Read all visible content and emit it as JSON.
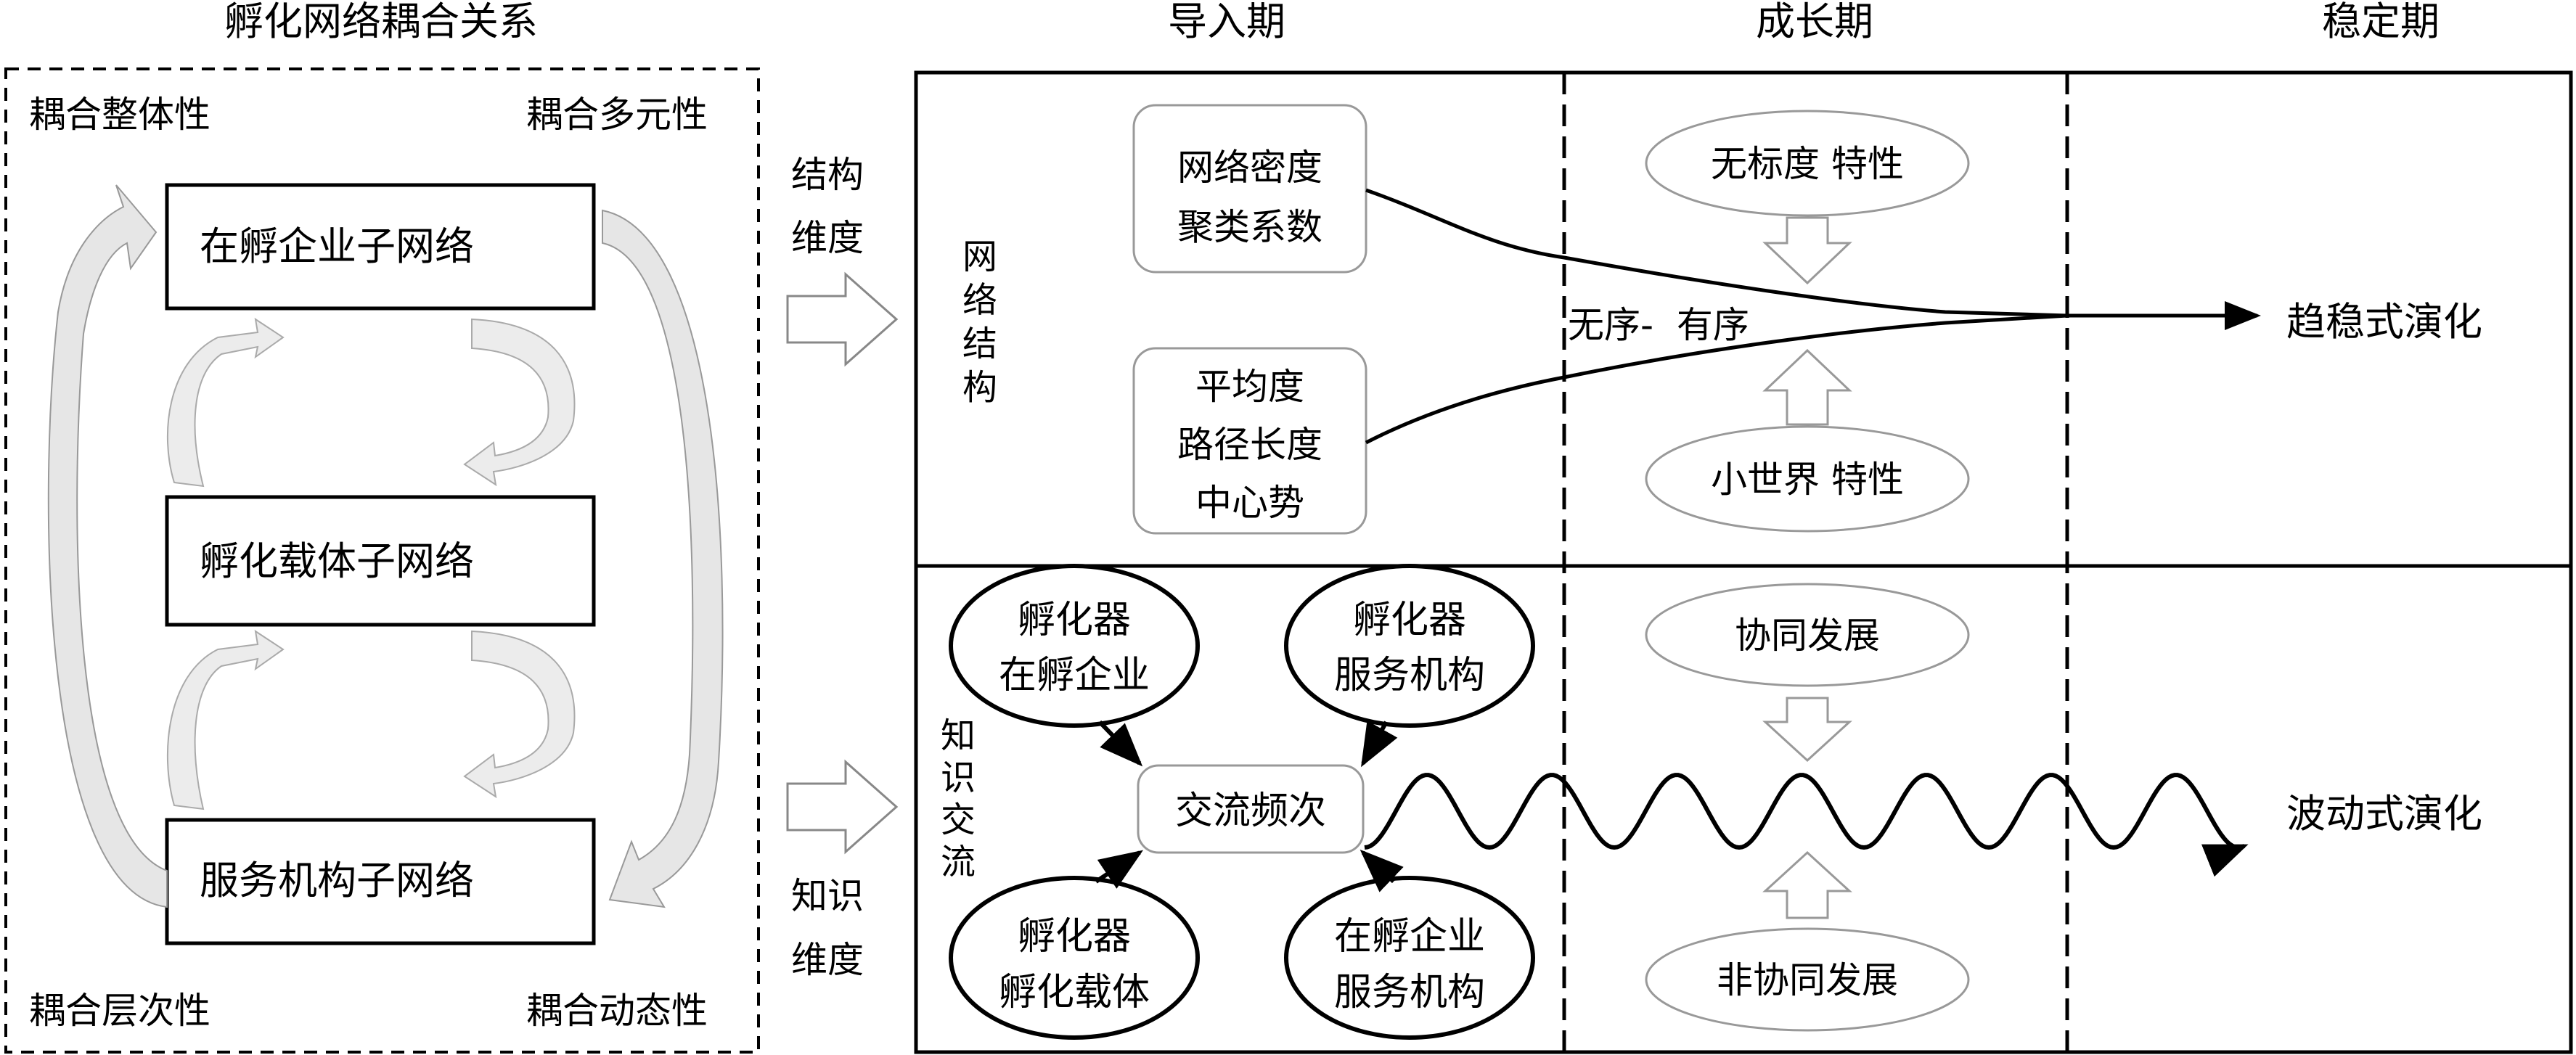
{
  "left_panel": {
    "title": "孵化网络耦合关系",
    "corners": {
      "top_left": "耦合整体性",
      "top_right": "耦合多元性",
      "bottom_left": "耦合层次性",
      "bottom_right": "耦合动态性"
    },
    "boxes": [
      "在孵企业子网络",
      "孵化载体子网络",
      "服务机构子网络"
    ]
  },
  "dimensions": {
    "structure": [
      "结构",
      "维度"
    ],
    "knowledge": [
      "知识",
      "维度"
    ]
  },
  "phases": [
    "导入期",
    "成长期",
    "稳定期"
  ],
  "rows": {
    "network_structure": {
      "label": [
        "网",
        "络",
        "结",
        "构"
      ],
      "metric_box_1": [
        "网络密度",
        "聚类系数"
      ],
      "metric_box_2": [
        "平均度",
        "路径长度",
        "中心势"
      ],
      "top_ellipse": "无标度 特性",
      "bottom_ellipse": "小世界 特性",
      "transition_label": "无序-  有序",
      "outcome": "趋稳式演化"
    },
    "knowledge_exchange": {
      "label": [
        "知",
        "识",
        "交",
        "流"
      ],
      "center_box": "交流频次",
      "clouds": [
        [
          "孵化器",
          "在孵企业"
        ],
        [
          "孵化器",
          "服务机构"
        ],
        [
          "孵化器",
          "孵化载体"
        ],
        [
          "在孵企业",
          "服务机构"
        ]
      ],
      "top_ellipse": "协同发展",
      "bottom_ellipse": "非协同发展",
      "outcome": "波动式演化"
    }
  }
}
